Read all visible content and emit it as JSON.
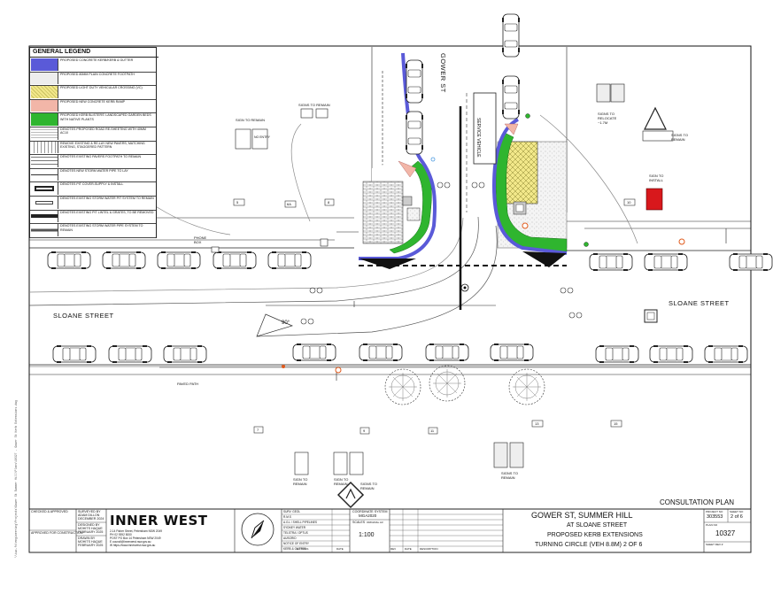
{
  "legend": {
    "title": "GENERAL LEGEND",
    "items": [
      {
        "swatch": "kerb",
        "text": "PROPOSED CONCRETE KERB/KERB & GUTTER"
      },
      {
        "swatch": "footpath",
        "text": "PROPOSED 80mm PLAIN CONCRETE FOOTPATH"
      },
      {
        "swatch": "vc",
        "text": "PROPOSED LIGHT DUTY VEHICULAR CROSSING (VC)"
      },
      {
        "swatch": "ramp",
        "text": "PROPOSED NEW CONCRETE KERB RAMP"
      },
      {
        "swatch": "garden",
        "text": "PROPOSED KERB BLISTERS' LANDSCAPED GARDEN BEDS WITH NATIVE PLANTS"
      },
      {
        "swatch": "resheet",
        "text": "DENOTES PROPOSED ROAD RE-SHEETING WITH 40mm AC10"
      },
      {
        "swatch": "pavers",
        "text": "REMOVE EXISTING & RE-LAY NEW PAVERS, MATCHING EXISTING, STAGGERED PATTERN"
      },
      {
        "swatch": "pavers2",
        "text": "DENOTES EXISTING PAVERS FOOTPATH TO REMAIN"
      },
      {
        "swatch": "stormpipe",
        "text": "DENOTES NEW STORM WATER PIPE TO LAY"
      },
      {
        "swatch": "pit",
        "text": "DENOTES PIT COVER-SUPPLY & INSTALL"
      },
      {
        "swatch": "pit2",
        "text": "DENOTES EXISTING STORM WATER PIT SYSTEM TO REMAIN"
      },
      {
        "swatch": "lintel",
        "text": "DENOTES EXISTING PIT LINTEL & GRATES, TO BE REMOVED"
      },
      {
        "swatch": "pipe2",
        "text": "DENOTES EXISTING STORM WATER PIPE SYSTEM TO REMAIN"
      }
    ]
  },
  "streets": {
    "gower": "GOWER ST",
    "sloane_left": "SLOANE STREET",
    "sloane_right": "SLOANE STREET"
  },
  "labels": {
    "sign_remain_1": "SIGN TO REMAIN",
    "sign_remain_2": "SIGNS TO REMAIN",
    "signs_relocate": "SIGNS TO RELOCATE ~1.7m",
    "sign_install": "SIGN TO INSTALL",
    "signs_remain_r": "SIGNS TO REMAIN",
    "phone_box": "PHONE BOX",
    "paved_path": "PAVED PATH",
    "sign_remain_b1": "SIGN TO REMAIN",
    "sign_remain_b2": "SIGN TO REMAIN",
    "sign_remain_b3": "SIGNS TO REMAIN",
    "sign_remain_b4": "SIGNS TO REMAIN",
    "speed_90": "90°",
    "no_entry": "NO ENTRY",
    "service_vehicle": "Service Vehicle"
  },
  "markers": [
    "5",
    "6A",
    "8",
    "10",
    "7",
    "9",
    "11",
    "13",
    "15"
  ],
  "status": "CONSULTATION PLAN",
  "title_block": {
    "checked_approved": "CHECKED & APPROVED",
    "approved_construction": "APPROVED FOR CONSTRUCTION",
    "surveyed_by": "SURVEYED BY",
    "surveyor": "ADAM DILLON",
    "survey_date": "DECEMBER 2024",
    "designed_by": "DESIGNED BY",
    "designer": "MOHITS HAQUE",
    "design_date": "FEBRUARY 2025",
    "drawn_by": "DRAWN BY",
    "drawer": "MOHITS HAQUE",
    "drawn_date": "FEBRUARY 2025",
    "company": "INNER WEST",
    "address": "2-14 Fisher Street, Petersham NSW 2049",
    "phone": "PH  02 9392 5000",
    "post": "POST  PO Box 14 Petersham NSW 2049",
    "email": "E  council@innerwest.nsw.gov.au",
    "web": "W  https://www.innerwest.nsw.gov.au",
    "notification": [
      "SURV. GEOL",
      "R.M.S",
      "A.G.L / SHELL PIPELINES",
      "SYDNEY WATER",
      "TELSTRA / OPTUS",
      "AUSGRID",
      "NOTICE OF ENTRY",
      "KERB & GUTTER"
    ],
    "notices_col": "NOTICES",
    "date_col": "DATE",
    "coord_label": "COORDINATE SYSTEM",
    "coord": "MGA2020",
    "scales_label": "SCALES",
    "scale_note": "ORIGINAL A3",
    "scale": "1:100",
    "rev_cols": [
      "REV",
      "DATE",
      "DESCRIPTION"
    ],
    "project_title_1": "GOWER ST, SUMMER HILL",
    "project_title_2": "AT SLOANE STREET",
    "project_title_3": "PROPOSED KERB EXTENSIONS",
    "project_title_4": "TURNING CIRCLE (VEH 8.8m) 2 OF 6",
    "project_no_label": "PROJECT NO",
    "project_no": "303553",
    "sheet_label": "SHEET NO",
    "sheet_no": "2 of 6",
    "plan_label": "PLAN NO",
    "plan_no": "10327",
    "sheet_rev_label": "SHEET REV #"
  },
  "colors": {
    "kerb": "#5a5ad8",
    "garden": "#2fb52f",
    "vc": "#f2e88a",
    "ramp": "#f2b6a8",
    "sign_install": "#d8181c"
  },
  "icons": [
    "north-arrow-icon",
    "car-icon",
    "tree-icon",
    "sign-icon",
    "warning-sign-icon"
  ]
}
